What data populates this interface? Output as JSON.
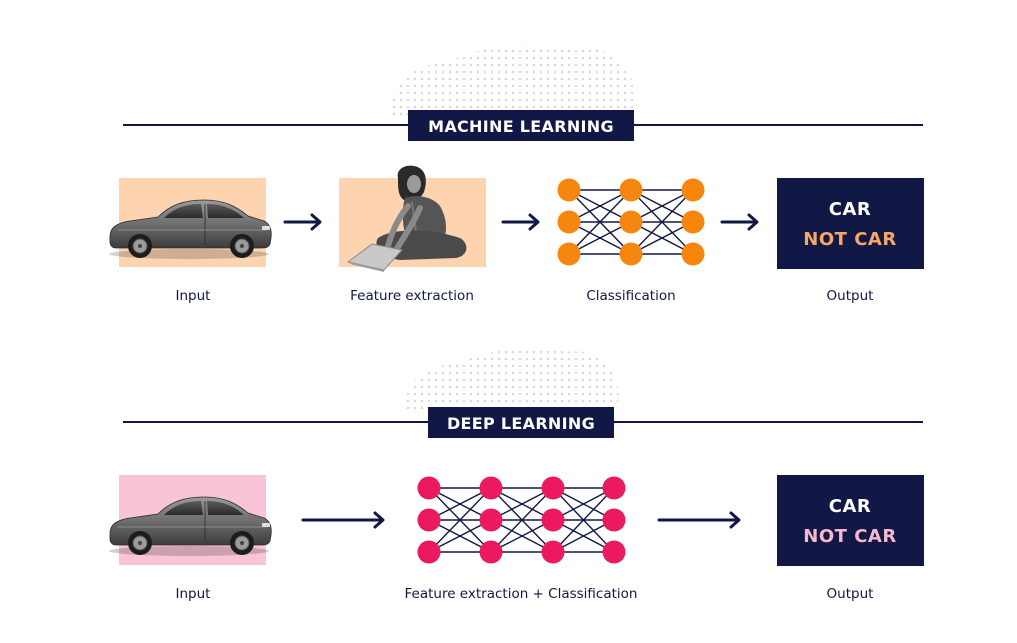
{
  "colors": {
    "navy": "#111845",
    "orange": "#f7860f",
    "pink": "#ea1960",
    "peach_bg": "#fdd3b0",
    "pink_bg": "#f9c4d7",
    "not_car_orange": "#f7a765",
    "not_car_pink": "#f7b7cf",
    "dots": "#d9d9de"
  },
  "machine_learning": {
    "title": "MACHINE LEARNING",
    "input_label": "Input",
    "feature_label": "Feature extraction",
    "classification_label": "Classification",
    "output_label": "Output",
    "output_car": "CAR",
    "output_not_car": "NOT CAR"
  },
  "deep_learning": {
    "title": "DEEP LEARNING",
    "input_label": "Input",
    "combined_label": "Feature extraction + Classification",
    "output_label": "Output",
    "output_car": "CAR",
    "output_not_car": "NOT CAR"
  },
  "icons": {
    "input_image": "car-photo",
    "feature_image": "person-with-laptop-photo",
    "network": "neural-network-icon",
    "arrow": "arrow-right-icon"
  }
}
